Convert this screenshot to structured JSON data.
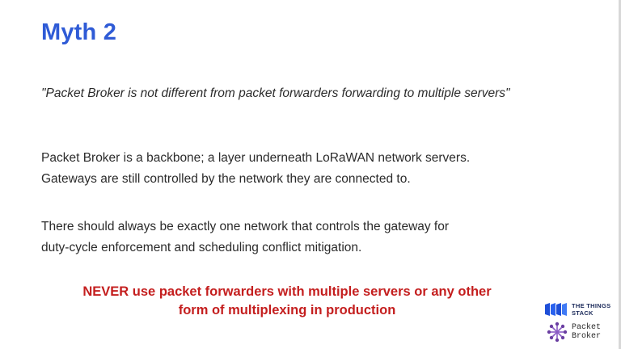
{
  "slide": {
    "title": "Myth 2",
    "quote": "\"Packet Broker is not different from packet forwarders forwarding to multiple servers\"",
    "paragraphs": [
      {
        "lines": [
          "Packet Broker is a backbone; a layer underneath LoRaWAN network servers.",
          "Gateways are still controlled by the network they are connected to."
        ]
      },
      {
        "lines": [
          "There should always be exactly one network that controls the gateway for",
          "duty-cycle enforcement and scheduling conflict mitigation."
        ]
      }
    ],
    "warning": {
      "lines": [
        "NEVER use packet forwarders with multiple servers or any other",
        "form of multiplexing in production"
      ]
    }
  },
  "logos": {
    "the_things_stack": {
      "icon": "the-things-stack-icon",
      "lines": [
        "THE THINGS",
        "STACK"
      ]
    },
    "packet_broker": {
      "icon": "packet-broker-icon",
      "lines": [
        "Packet",
        "Broker"
      ]
    }
  },
  "colors": {
    "title": "#2f5bd6",
    "warning": "#c41e1e",
    "body_text": "#2b2b2b",
    "tts_logo": "#1e4fd8",
    "pb_logo": "#6a3ea1"
  }
}
